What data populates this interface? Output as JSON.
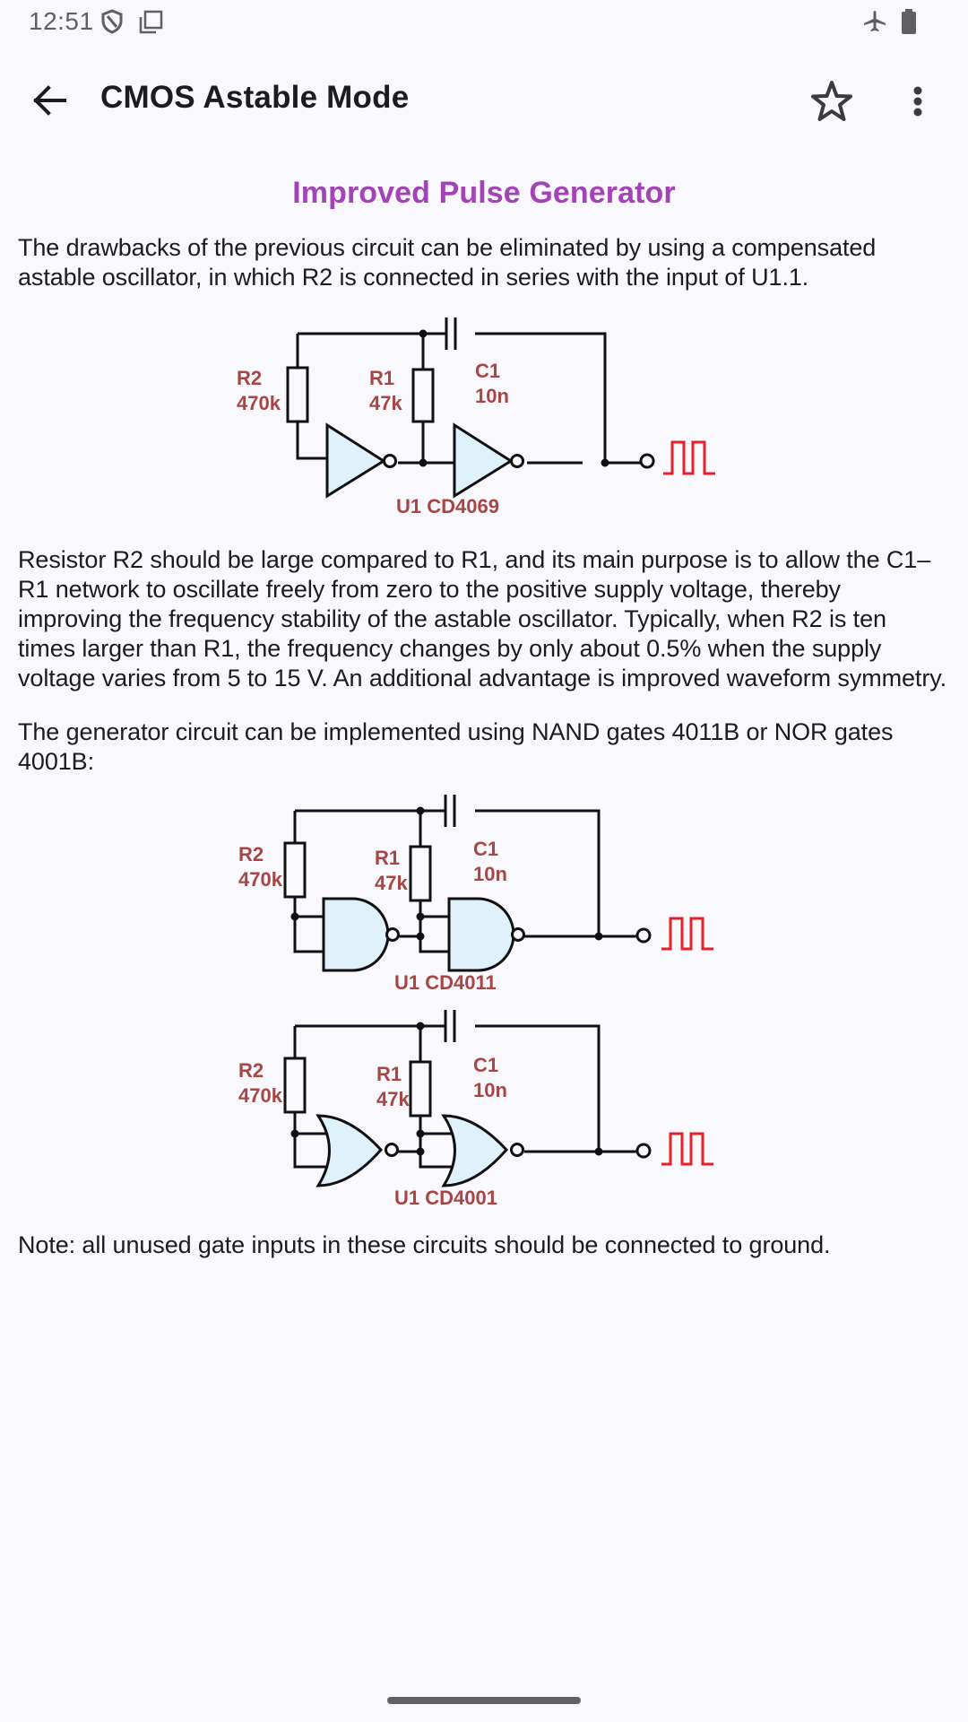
{
  "status_bar": {
    "time": "12:51",
    "left_icons": [
      "shield-icon",
      "screenshot-icon"
    ],
    "right_icons": [
      "airplane-mode-icon",
      "battery-icon"
    ]
  },
  "app_bar": {
    "back_icon": "arrow-left-icon",
    "title": "CMOS Astable Mode",
    "actions": [
      "star-outline-icon",
      "more-vertical-icon"
    ]
  },
  "article": {
    "heading": "Improved Pulse Generator",
    "paragraphs": [
      "The drawbacks of the previous circuit can be eliminated by using a compensated astable oscillator, in which R2 is connected in series with the input of U1.1.",
      "Resistor R2 should be large compared to R1, and its main purpose is to allow the C1–R1 network to oscillate freely from zero to the positive supply voltage, thereby improving the frequency stability of the astable oscillator. Typically, when R2 is ten times larger than R1, the frequency changes by only about 0.5% when the supply voltage varies from 5 to 15 V. An additional advantage is improved waveform symmetry.",
      "The generator circuit can be implemented using NAND gates 4011B or NOR gates 4001B:",
      "Note: all unused gate inputs in these circuits should be connected to ground."
    ],
    "diagrams": [
      {
        "gate_type": "inverter",
        "r2_name": "R2",
        "r2_value": "470k",
        "r1_name": "R1",
        "r1_value": "47k",
        "c1_name": "C1",
        "c1_value": "10n",
        "ic_label": "U1 CD4069"
      },
      {
        "gate_type": "nand",
        "r2_name": "R2",
        "r2_value": "470k",
        "r1_name": "R1",
        "r1_value": "47k",
        "c1_name": "C1",
        "c1_value": "10n",
        "ic_label": "U1 CD4011"
      },
      {
        "gate_type": "nor",
        "r2_name": "R2",
        "r2_value": "470k",
        "r1_name": "R1",
        "r1_value": "47k",
        "c1_name": "C1",
        "c1_value": "10n",
        "ic_label": "U1 CD4001"
      }
    ]
  },
  "colors": {
    "heading": "#a442b8",
    "component_label": "#a84646",
    "gate_fill": "#dff1fb",
    "waveform": "#e8202a",
    "background": "#f8f8fd"
  }
}
